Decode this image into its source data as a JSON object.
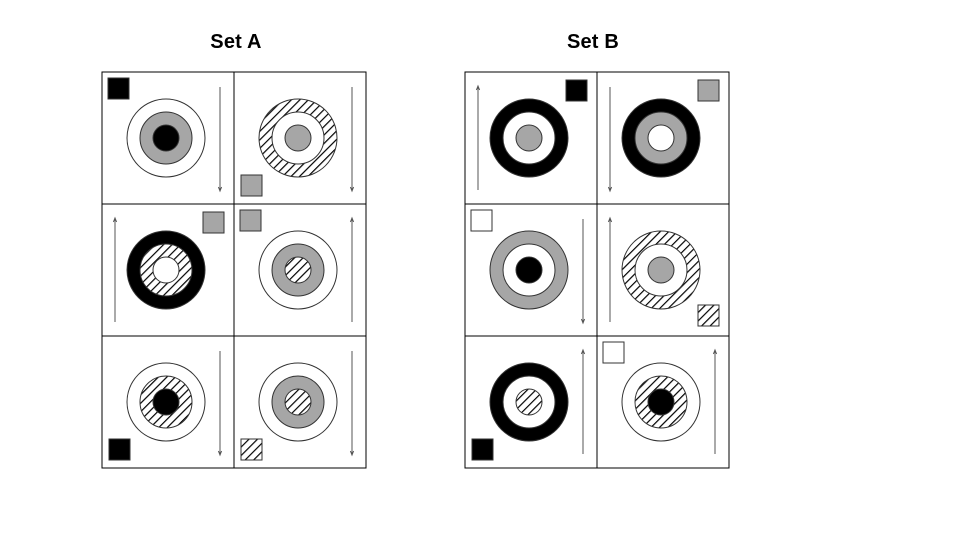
{
  "sets": [
    {
      "title": "Set A",
      "panels": [
        {
          "square": "black",
          "square_corner": "top-left",
          "rings": [
            "white",
            "gray",
            "black"
          ],
          "arrow_side": "right",
          "arrow_dir": "down"
        },
        {
          "square": "gray",
          "square_corner": "bottom-left",
          "rings": [
            "hatched",
            "white",
            "gray"
          ],
          "arrow_side": "right",
          "arrow_dir": "down"
        },
        {
          "square": "gray",
          "square_corner": "top-right",
          "rings": [
            "black",
            "hatched",
            "white"
          ],
          "arrow_side": "left",
          "arrow_dir": "up"
        },
        {
          "square": "gray",
          "square_corner": "top-left",
          "rings": [
            "white",
            "gray",
            "hatched"
          ],
          "arrow_side": "right",
          "arrow_dir": "up"
        },
        {
          "square": "black",
          "square_corner": "bottom-left",
          "rings": [
            "white",
            "hatched",
            "black"
          ],
          "arrow_side": "right",
          "arrow_dir": "down"
        },
        {
          "square": "hatched",
          "square_corner": "bottom-left",
          "rings": [
            "white",
            "gray",
            "hatched"
          ],
          "arrow_side": "right",
          "arrow_dir": "down"
        }
      ]
    },
    {
      "title": "Set B",
      "panels": [
        {
          "square": "black",
          "square_corner": "top-right",
          "rings": [
            "black",
            "white",
            "gray"
          ],
          "arrow_side": "left",
          "arrow_dir": "up"
        },
        {
          "square": "gray",
          "square_corner": "top-right",
          "rings": [
            "black",
            "gray",
            "white"
          ],
          "arrow_side": "left",
          "arrow_dir": "down"
        },
        {
          "square": "white",
          "square_corner": "top-left",
          "rings": [
            "gray",
            "white",
            "black"
          ],
          "arrow_side": "right",
          "arrow_dir": "down"
        },
        {
          "square": "hatched",
          "square_corner": "bottom-right",
          "rings": [
            "hatched",
            "white",
            "gray"
          ],
          "arrow_side": "left",
          "arrow_dir": "up"
        },
        {
          "square": "black",
          "square_corner": "bottom-left",
          "rings": [
            "black",
            "white",
            "hatched"
          ],
          "arrow_side": "right",
          "arrow_dir": "up"
        },
        {
          "square": "white",
          "square_corner": "top-left",
          "rings": [
            "white",
            "hatched",
            "black"
          ],
          "arrow_side": "right",
          "arrow_dir": "up"
        }
      ]
    }
  ],
  "colors": {
    "black": "#000000",
    "gray": "#a6a6a6",
    "white": "#ffffff",
    "stroke": "#333333"
  }
}
